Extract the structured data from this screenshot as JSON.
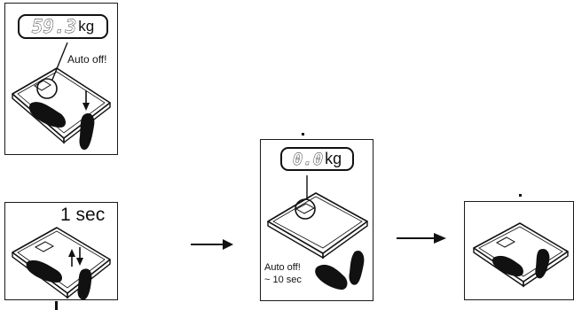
{
  "panel1": {
    "weight": "59.3",
    "unit": "kg",
    "note": "Auto off!"
  },
  "panel2": {
    "time": "1 sec"
  },
  "panel3": {
    "weight": "0.0",
    "unit": "kg",
    "note_line1": "Auto off!",
    "note_line2": "~ 10 sec"
  },
  "colors": {
    "stroke": "#111111",
    "background": "#ffffff"
  }
}
